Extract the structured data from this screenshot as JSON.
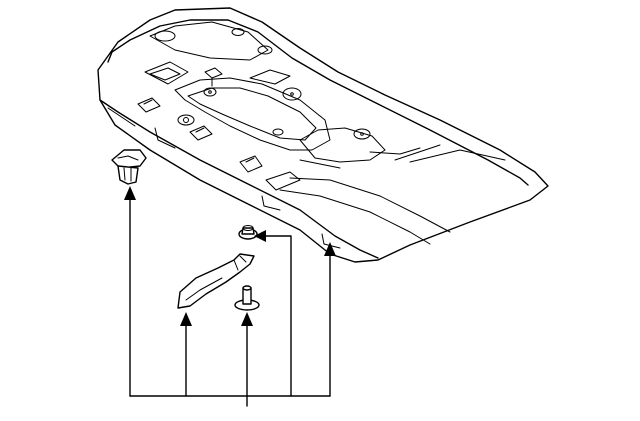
{
  "diagram": {
    "kind": "exploded-parts-illustration",
    "line_color": "#000000",
    "background": "#ffffff",
    "parts": [
      {
        "name": "splash-shield",
        "icon": "underbody-panel-icon"
      },
      {
        "name": "push-clip",
        "icon": "clip-icon"
      },
      {
        "name": "nut",
        "icon": "nut-icon"
      },
      {
        "name": "strap",
        "icon": "strap-icon"
      },
      {
        "name": "screw",
        "icon": "screw-icon"
      }
    ]
  }
}
